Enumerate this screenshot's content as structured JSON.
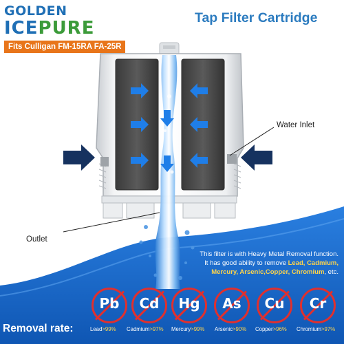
{
  "brand": {
    "line1": "GOLDEN",
    "line2a": "ICE",
    "line2b": "PURE",
    "fits": "Fits Culligan FM-15RA  FA-25R"
  },
  "title": "Tap Filter Cartridge",
  "labels": {
    "water_inlet": "Water Inlet",
    "outlet": "Outlet"
  },
  "info": {
    "line1": "This filter is with Heavy Metal Removal function.",
    "line2_prefix": "It has good ability to remove ",
    "line2_hl": "Lead, Cadmium,",
    "line3_hl": "Mercury, Arsenic,Copper, Chromium",
    "line3_suffix": ", etc."
  },
  "removal_label": "Removal rate:",
  "elements": [
    {
      "symbol": "Pb",
      "name": "Lead",
      "rate": ">99%"
    },
    {
      "symbol": "Cd",
      "name": "Cadmium",
      "rate": ">97%"
    },
    {
      "symbol": "Hg",
      "name": "Mercury",
      "rate": ">99%"
    },
    {
      "symbol": "As",
      "name": "Arsenic",
      "rate": ">90%"
    },
    {
      "symbol": "Cu",
      "name": "Copper",
      "rate": ">96%"
    },
    {
      "symbol": "Cr",
      "name": "Chromium",
      "rate": ">97%"
    }
  ],
  "colors": {
    "brand_blue": "#1f6fb5",
    "brand_green": "#3c9b3a",
    "fits_orange": "#e8751a",
    "title_blue": "#2b7bbf",
    "panel_blue": "#1769c9",
    "prohibit_red": "#e0302e",
    "highlight_yellow": "#ffd54a"
  }
}
